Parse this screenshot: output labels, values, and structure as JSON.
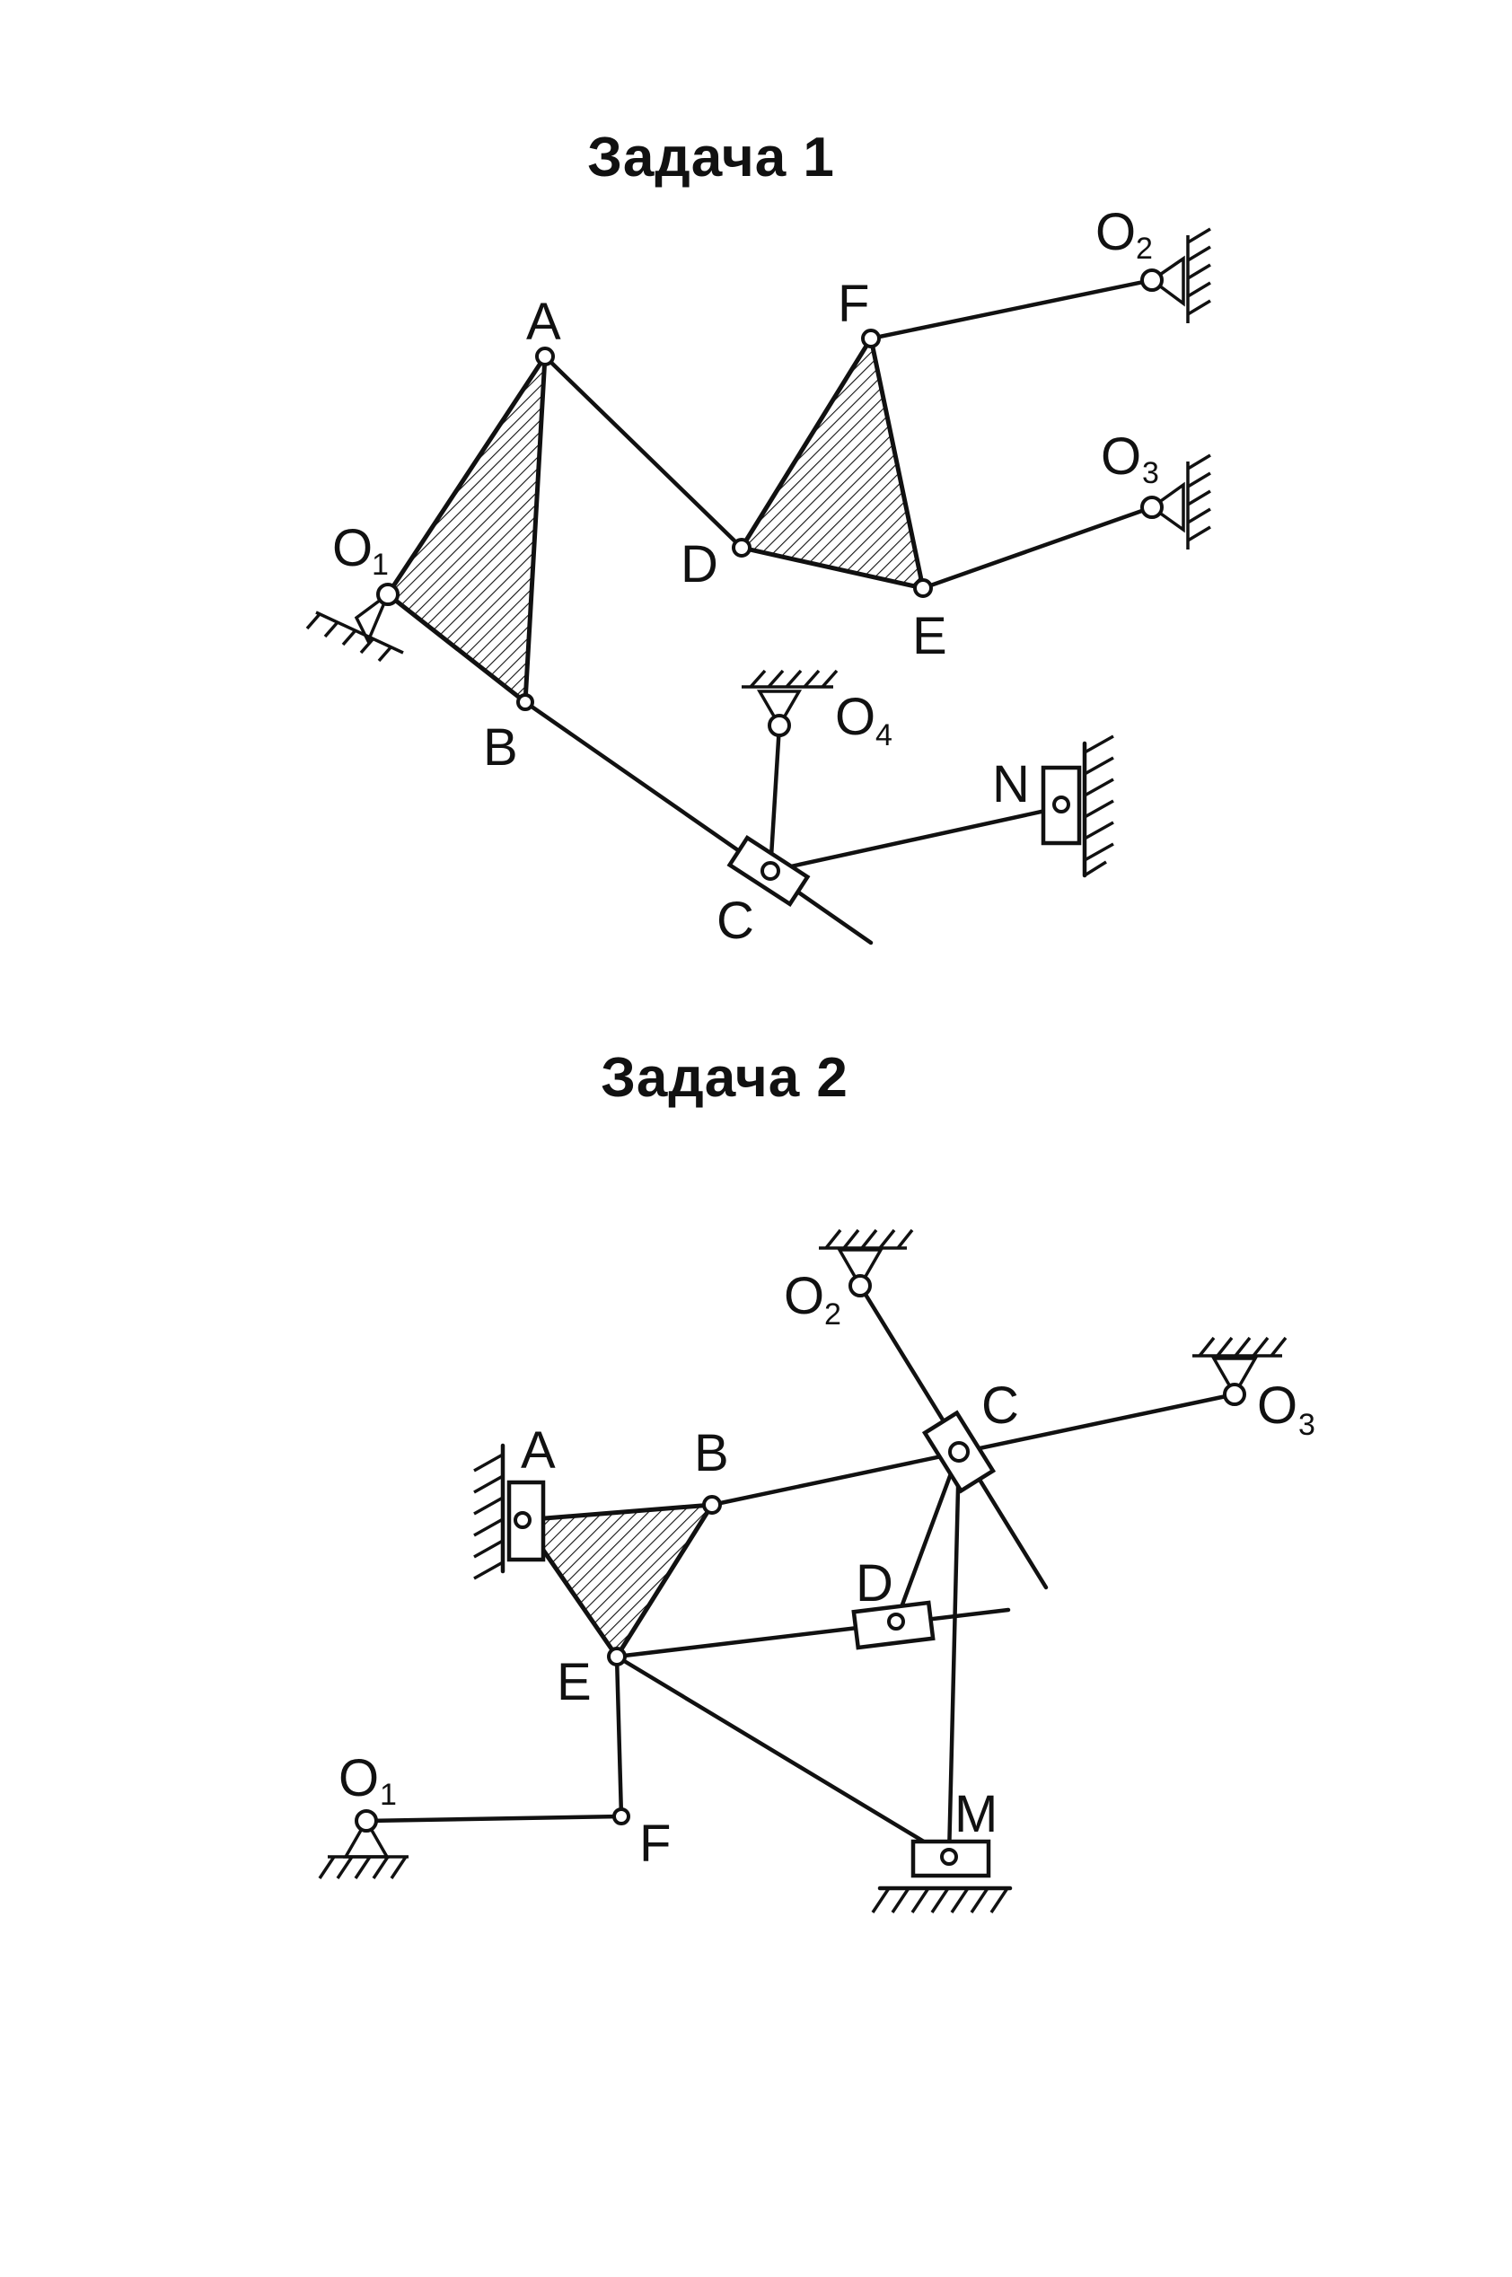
{
  "titles": {
    "task1": "Задача 1",
    "task2": "Задача 2"
  },
  "task1": {
    "labels": {
      "A": "A",
      "B": "B",
      "C": "C",
      "D": "D",
      "E": "E",
      "F": "F",
      "N": "N",
      "O1": "O",
      "O1_sub": "1",
      "O2": "O",
      "O2_sub": "2",
      "O3": "O",
      "O3_sub": "3",
      "O4": "O",
      "O4_sub": "4"
    }
  },
  "task2": {
    "labels": {
      "A": "A",
      "B": "B",
      "C": "C",
      "D": "D",
      "E": "E",
      "F": "F",
      "M": "M",
      "O1": "O",
      "O1_sub": "1",
      "O2": "O",
      "O2_sub": "2",
      "O3": "O",
      "O3_sub": "3"
    }
  },
  "colors": {
    "ink": "#111111",
    "paper": "#ffffff"
  }
}
